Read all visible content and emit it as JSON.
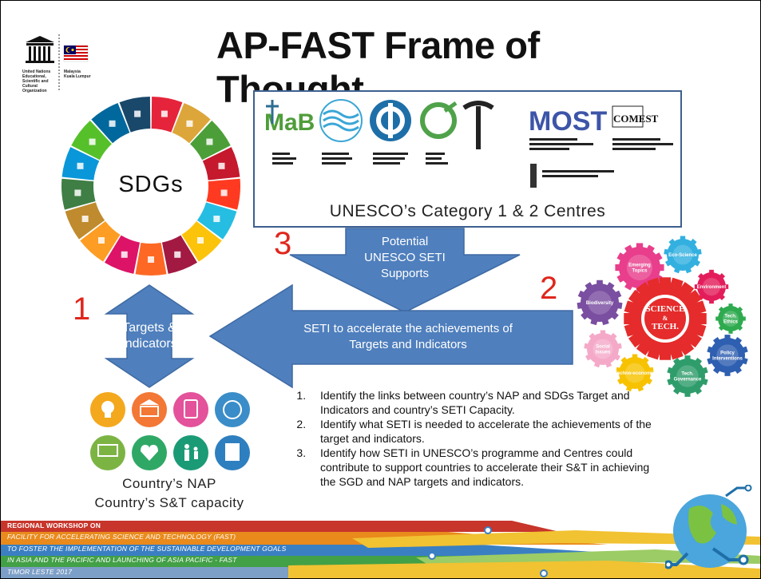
{
  "title": "AP-FAST Frame of Thought",
  "logo": {
    "unesco_caption": [
      "United Nations",
      "Educational, Scientific and",
      "Cultural Organization"
    ],
    "country_caption": [
      "Malaysia",
      "Kuala Lumpur"
    ]
  },
  "sdgs_label": "SDGs",
  "centres": {
    "label": "UNESCO’s Category 1 & 2 Centres",
    "logos": [
      {
        "name": "mab-icon",
        "caption": "Man and the Biosphere Programme"
      },
      {
        "name": "ihp-icon",
        "caption": "International Hydrological Programme"
      },
      {
        "name": "ioc-icon",
        "caption": "Intergovernmental Oceanographic Commission"
      },
      {
        "name": "geoparks-icon",
        "caption": "UNESCO Global Geoparks"
      },
      {
        "name": "iugs-icon",
        "caption": ""
      },
      {
        "name": "most-icon",
        "caption": "Management of Social Transformations Programme"
      },
      {
        "name": "comest-icon",
        "caption": "World Commission on the Ethics of Scientific Knowledge and Technology (COMEST)"
      },
      {
        "name": "iec-icon",
        "caption": "International Electrotechnical Committee (IEC)"
      }
    ]
  },
  "numbers": {
    "one": "1",
    "two": "2",
    "three": "3"
  },
  "arrows": {
    "supports": [
      "Potential",
      "UNESCO SETI",
      "Supports"
    ],
    "accelerate": [
      "SETI to accelerate the achievements of",
      "Targets and Indicators"
    ],
    "targets": [
      "Targets &",
      "Indicators"
    ]
  },
  "gears": {
    "center": [
      "SCIENCE",
      "&",
      "TECH."
    ],
    "labels": [
      "Emerging Topics",
      "Eco-Science",
      "Environment",
      "Biodiversity",
      "Tech. Ethics",
      "Policy Interventions",
      "Social Issues",
      "Tech. Governance",
      "Techno-economic"
    ]
  },
  "bullets": [
    "Identify the links between country’s NAP and SDGs Target and Indicators and country’s SETI Capacity.",
    "Identify what SETI is needed to accelerate the achievements of the target and indicators.",
    "Identify how SETI in UNESCO’s programme and Centres could contribute to support countries to accelerate their S&T in achieving the SGD and NAP targets and indicators."
  ],
  "nap": {
    "line1": "Country’s NAP",
    "line2": "Country’s S&T capacity"
  },
  "footer": {
    "lines": [
      "REGIONAL WORKSHOP ON",
      "FACILITY FOR ACCELERATING SCIENCE AND TECHNOLOGY (FAST)",
      "TO FOSTER THE IMPLEMENTATION OF THE SUSTAINABLE DEVELOPMENT GOALS",
      "IN ASIA AND THE PACIFIC AND LAUNCHING OF ASIA PACIFIC - FAST",
      "TIMOR LESTE 2017"
    ]
  },
  "colors": {
    "arrow_blue": "#4f7fbd",
    "number_red": "#e0261c",
    "box_border": "#3e5f8f"
  }
}
